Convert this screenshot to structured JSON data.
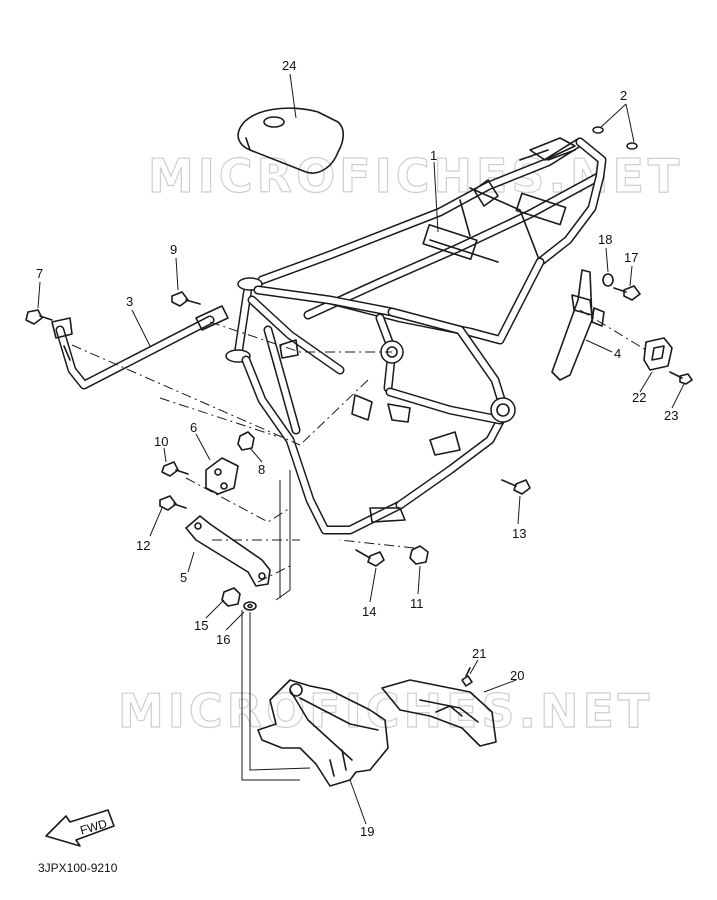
{
  "watermark": "MICROFICHES.NET",
  "drawing_code": "3JPX100-9210",
  "fwd_label": "FWD",
  "callouts": {
    "c1": "1",
    "c2": "2",
    "c3": "3",
    "c4": "4",
    "c5": "5",
    "c6": "6",
    "c7": "7",
    "c8": "8",
    "c9": "9",
    "c10": "10",
    "c11": "11",
    "c12": "12",
    "c13": "13",
    "c14": "14",
    "c15": "15",
    "c16": "16",
    "c17": "17",
    "c18": "18",
    "c19": "19",
    "c20": "20",
    "c21": "21",
    "c22": "22",
    "c23": "23",
    "c24": "24"
  }
}
